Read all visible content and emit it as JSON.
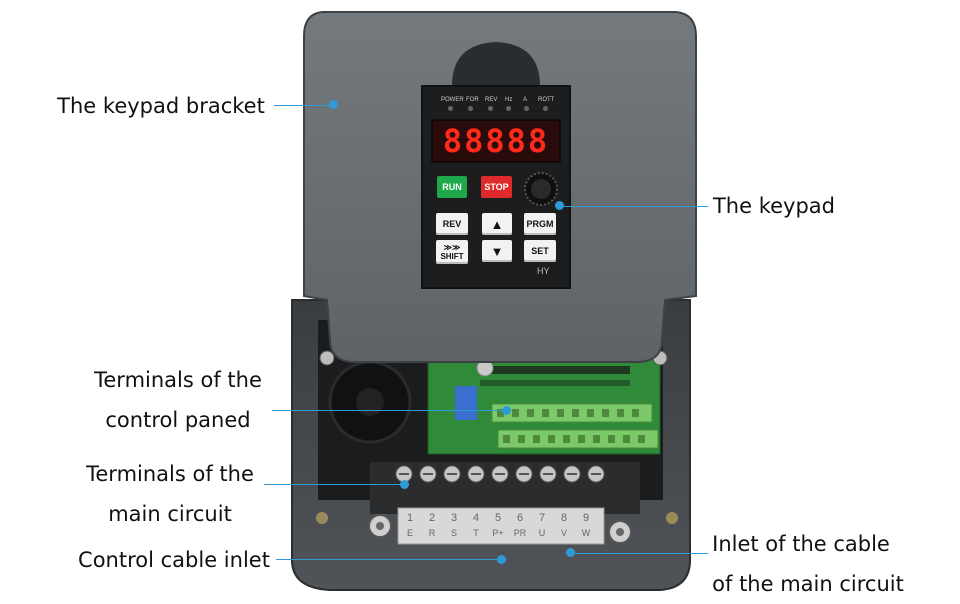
{
  "callouts": {
    "keypad_bracket": "The keypad bracket",
    "keypad": "The keypad",
    "control_panel_terminals": [
      "Terminals of the",
      "control paned"
    ],
    "main_circuit_terminals": [
      "Terminals of the",
      "main circuit"
    ],
    "control_cable_inlet": "Control cable inlet",
    "main_cable_inlet": [
      "Inlet of the cable",
      "of the main circuit"
    ]
  },
  "keypad": {
    "led_labels": [
      "POWER",
      "FOR",
      "REV",
      "Hz",
      "A",
      "ROTT"
    ],
    "display": "88888",
    "run_label": "RUN",
    "stop_label": "STOP",
    "rev_label": "REV",
    "prgm_label": "PRGM",
    "shift_symbol": "≫≫",
    "shift_label": "SHIFT",
    "set_label": "SET",
    "up_symbol": "▲",
    "down_symbol": "▼",
    "brand": "HY"
  },
  "terminal_strip": {
    "numbers": [
      "1",
      "2",
      "3",
      "4",
      "5",
      "6",
      "7",
      "8",
      "9"
    ],
    "markings": [
      "E",
      "R",
      "S",
      "T",
      "P+",
      "PR",
      "U",
      "V",
      "W"
    ]
  },
  "colors": {
    "leader": "#2f9ad8",
    "housing": "#555a5e",
    "cover": "#6b7074",
    "run_green": "#1fa84a",
    "stop_red": "#e02a2a",
    "segment_red": "#ff2a1a",
    "pcb_green": "#2f8a3a",
    "terminal_green": "#7cc96a"
  }
}
